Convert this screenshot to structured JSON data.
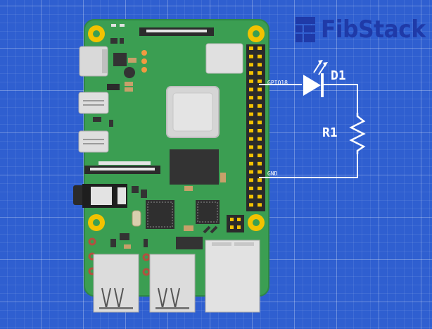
{
  "brand": {
    "name": "FibStack",
    "icon": "fibstack-logo-icon",
    "color": "#1f3aa8"
  },
  "circuit": {
    "pin_top": "GPIO18",
    "pin_bottom": "GND",
    "led_label": "D1",
    "resistor_label": "R1"
  },
  "colors": {
    "background": "#2f5fd0",
    "board": "#3b9e52",
    "wire": "#ffffff"
  }
}
